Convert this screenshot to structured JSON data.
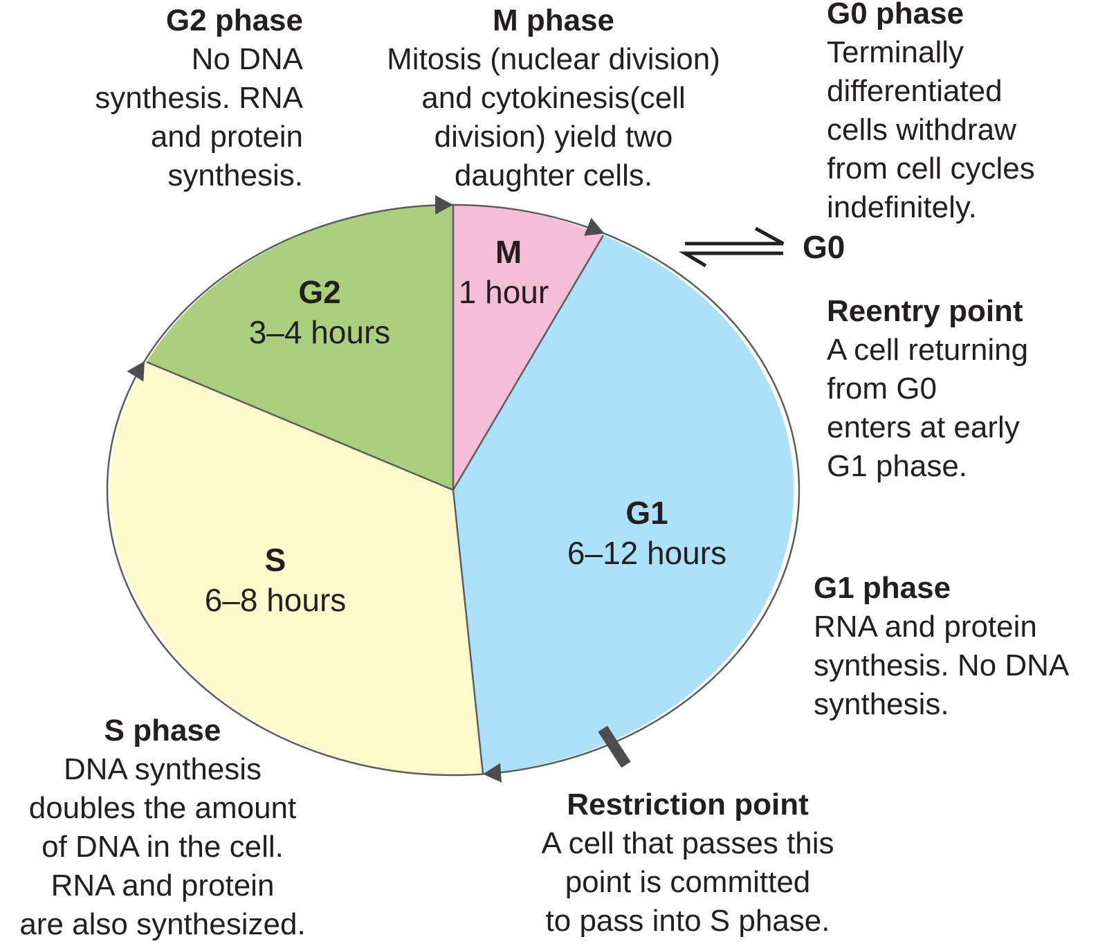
{
  "colors": {
    "m": "#f6bdd9",
    "g1": "#ace1fa",
    "s": "#fff9cc",
    "g2": "#aad07e",
    "stroke": "#5c5c5c",
    "arrow": "#4d4d4d",
    "text": "#231f20"
  },
  "segments": [
    {
      "id": "m",
      "label": "M",
      "duration": "1 hour"
    },
    {
      "id": "g1",
      "label": "G1",
      "duration": "6–12 hours"
    },
    {
      "id": "s",
      "label": "S",
      "duration": "6–8 hours"
    },
    {
      "id": "g2",
      "label": "G2",
      "duration": "3–4 hours"
    }
  ],
  "g0_label": "G0",
  "annotations": {
    "g2_phase": {
      "title": "G2 phase",
      "lines": [
        "No DNA",
        "synthesis. RNA",
        "and protein",
        "synthesis."
      ]
    },
    "m_phase": {
      "title": "M phase",
      "lines": [
        "Mitosis (nuclear division)",
        "and cytokinesis(cell",
        "division) yield two",
        "daughter cells."
      ]
    },
    "g0_phase": {
      "title": "G0 phase",
      "lines": [
        "Terminally",
        "differentiated",
        "cells withdraw",
        "from cell cycles",
        "indefinitely."
      ]
    },
    "reentry": {
      "title": "Reentry point",
      "lines": [
        "A cell returning",
        "from G0",
        "enters at early",
        "G1 phase."
      ]
    },
    "g1_phase": {
      "title": "G1 phase",
      "lines": [
        "RNA and protein",
        "synthesis. No DNA",
        "synthesis."
      ]
    },
    "s_phase": {
      "title": "S phase",
      "lines": [
        "DNA synthesis",
        "doubles the amount",
        "of DNA in the cell.",
        "RNA and protein",
        "are also synthesized."
      ]
    },
    "restriction": {
      "title": "Restriction point",
      "lines": [
        "A cell that passes this",
        "point is committed",
        "to pass into S phase."
      ]
    }
  }
}
